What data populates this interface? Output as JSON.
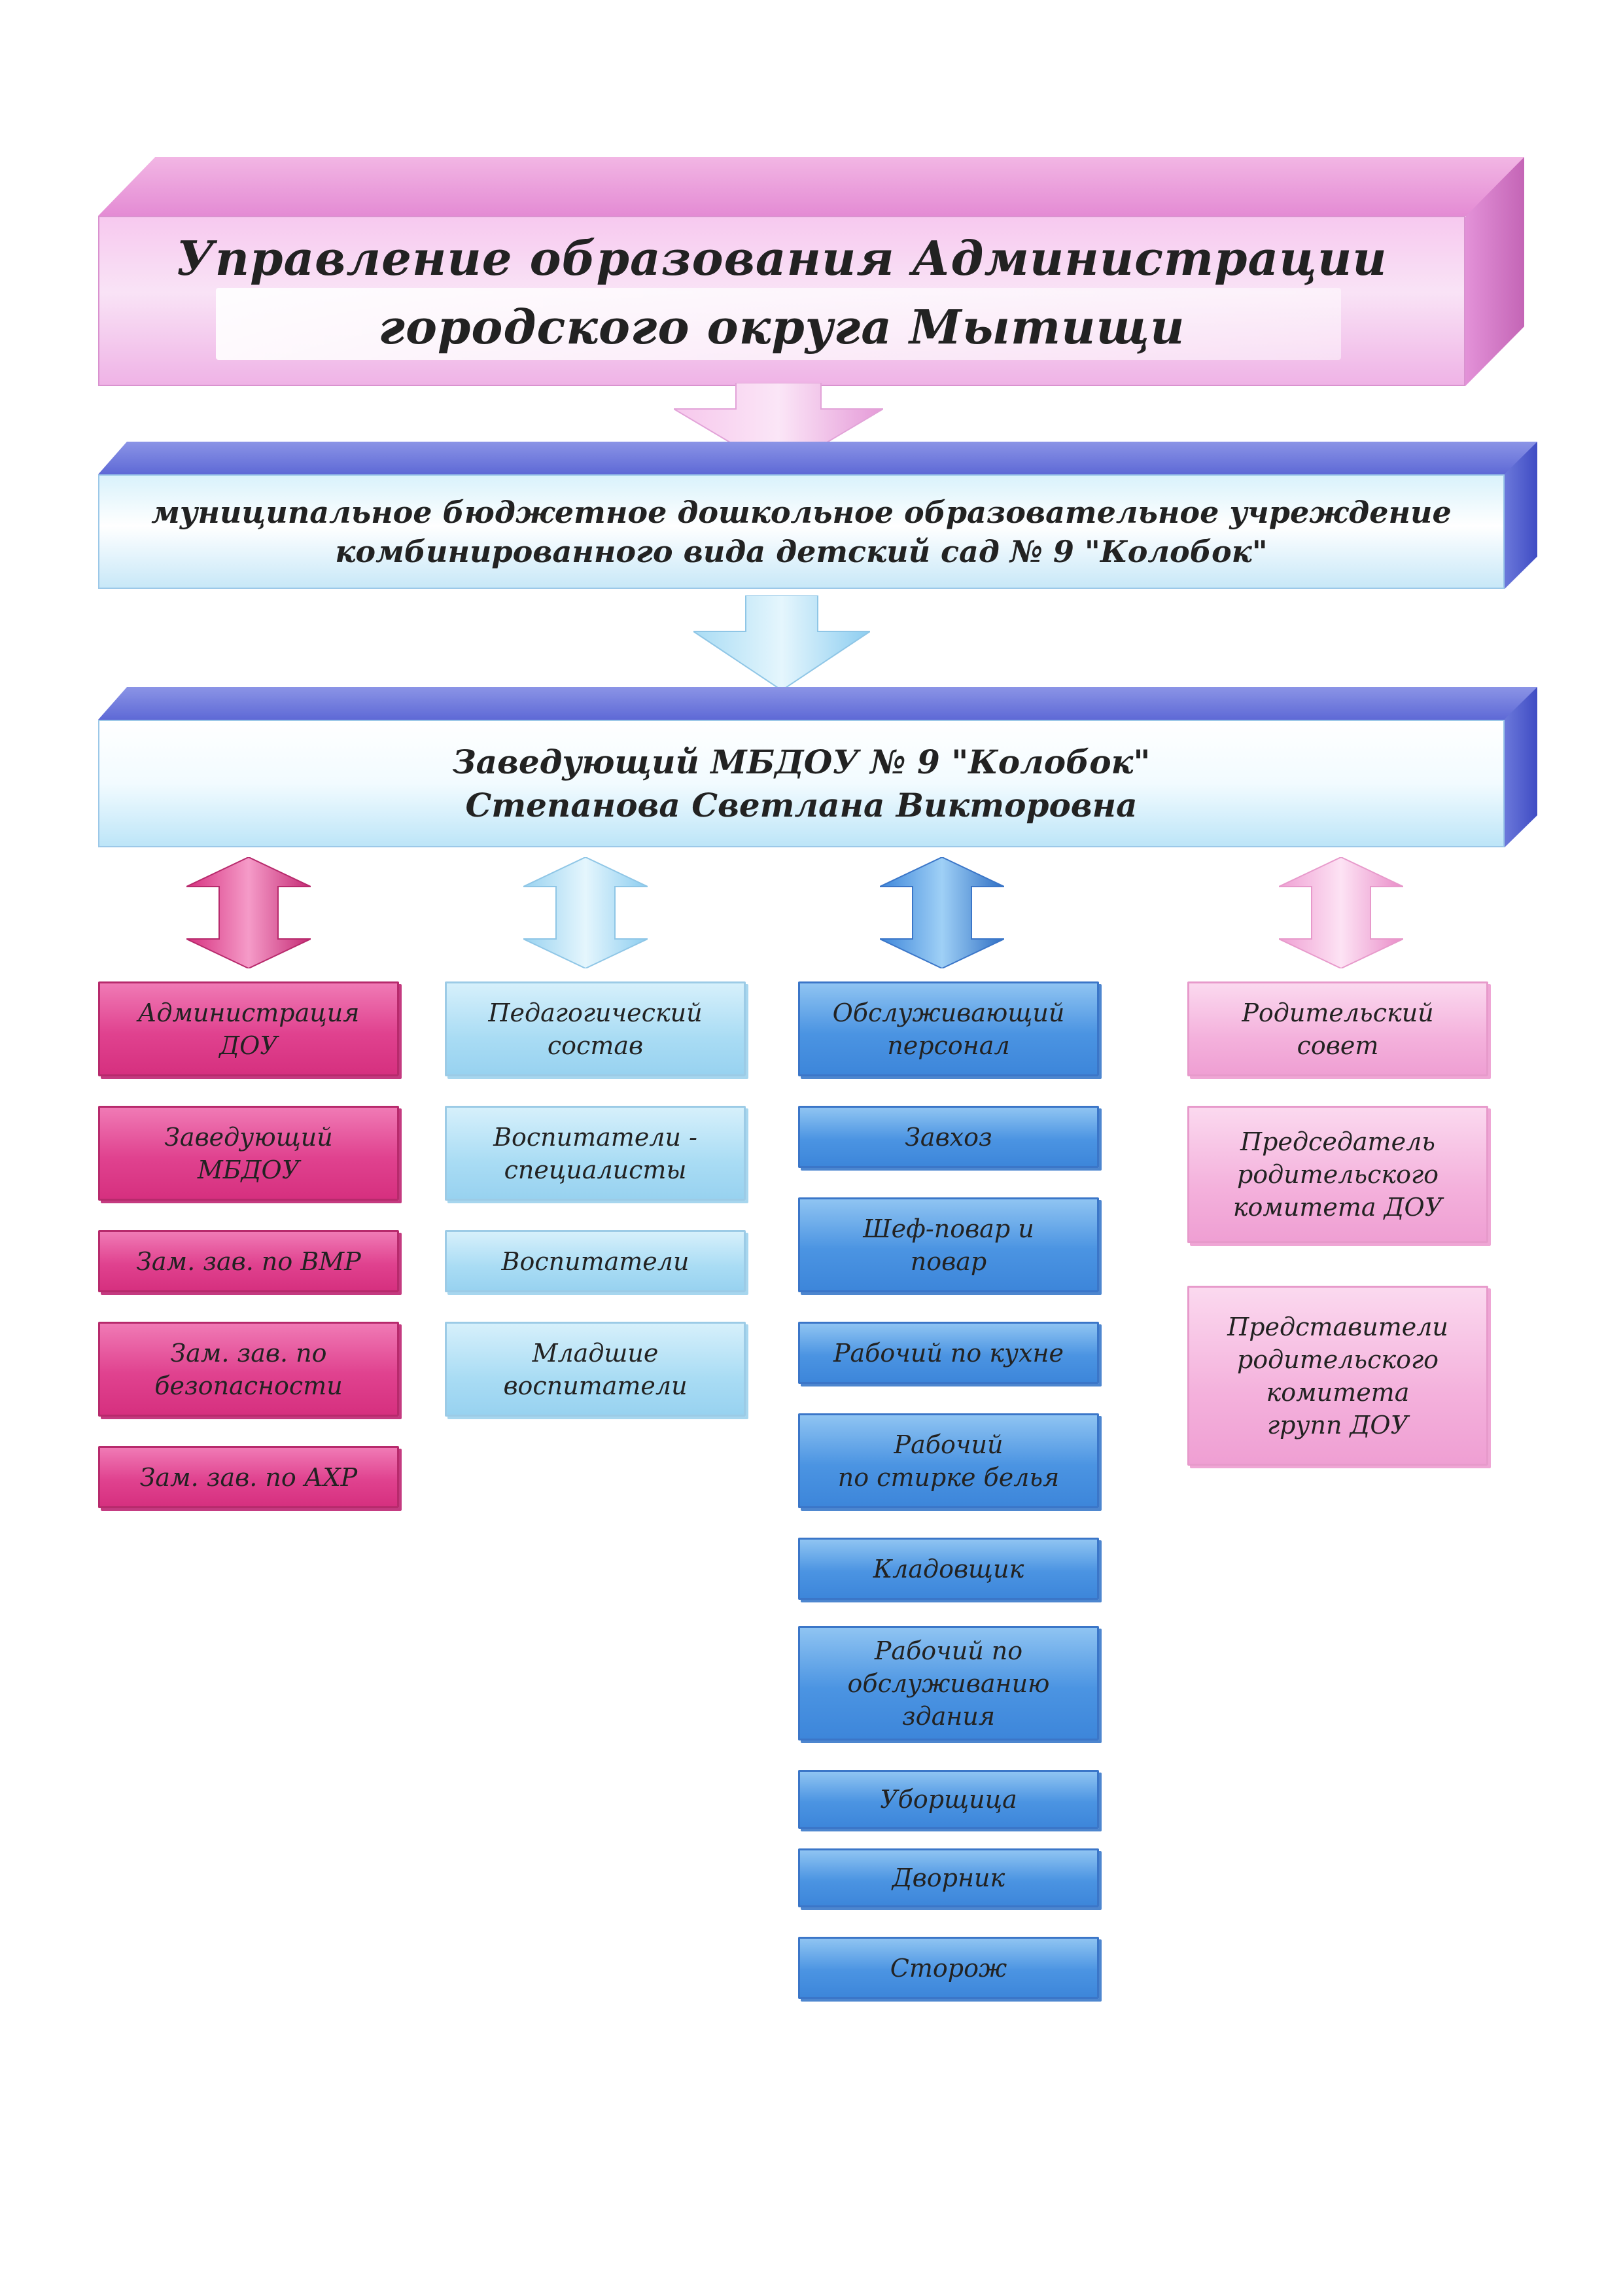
{
  "level1": {
    "line1": "Управление образования Администрации",
    "line2": "городского округа Мытищи"
  },
  "level2": {
    "line1": "муниципальное бюджетное дошкольное образовательное учреждение",
    "line2": "комбинированного вида детский сад № 9 \"Колобок\""
  },
  "level3": {
    "line1": "Заведующий МБДОУ № 9 \"Колобок\"",
    "line2": "Степанова Светлана Викторовна"
  },
  "columns": [
    {
      "header": [
        "Администрация",
        "ДОУ"
      ],
      "items": [
        [
          "Заведующий",
          "МБДОУ"
        ],
        [
          "Зам. зав. по ВМР"
        ],
        [
          "Зам. зав. по",
          "безопасности"
        ],
        [
          "Зам. зав. по АХР"
        ]
      ]
    },
    {
      "header": [
        "Педагогический",
        "состав"
      ],
      "items": [
        [
          "Воспитатели -",
          "специалисты"
        ],
        [
          "Воспитатели"
        ],
        [
          "Младшие",
          "воспитатели"
        ]
      ]
    },
    {
      "header": [
        "Обслуживающий",
        "персонал"
      ],
      "items": [
        [
          "Завхоз"
        ],
        [
          "Шеф-повар и",
          "повар"
        ],
        [
          "Рабочий по кухне"
        ],
        [
          "Рабочий",
          "по стирке белья"
        ],
        [
          "Кладовщик"
        ],
        [
          "Рабочий по",
          "обслуживанию",
          "здания"
        ],
        [
          "Уборщица"
        ],
        [
          "Дворник"
        ],
        [
          "Сторож"
        ]
      ]
    },
    {
      "header": [
        "Родительский",
        "совет"
      ],
      "items": [
        [
          "Председатель",
          "родительского",
          "комитета ДОУ"
        ],
        [
          "Представители",
          "родительского",
          "комитета",
          "групп ДОУ"
        ]
      ]
    }
  ],
  "colors": {
    "pink_dark": "#e0428f",
    "pink_light": "#f4b1dc",
    "blue_light": "#a9dcf4",
    "blue_mid": "#4b94e2",
    "banner_pink": "#f7c9ef",
    "banner_blue": "#d9f2fb"
  }
}
